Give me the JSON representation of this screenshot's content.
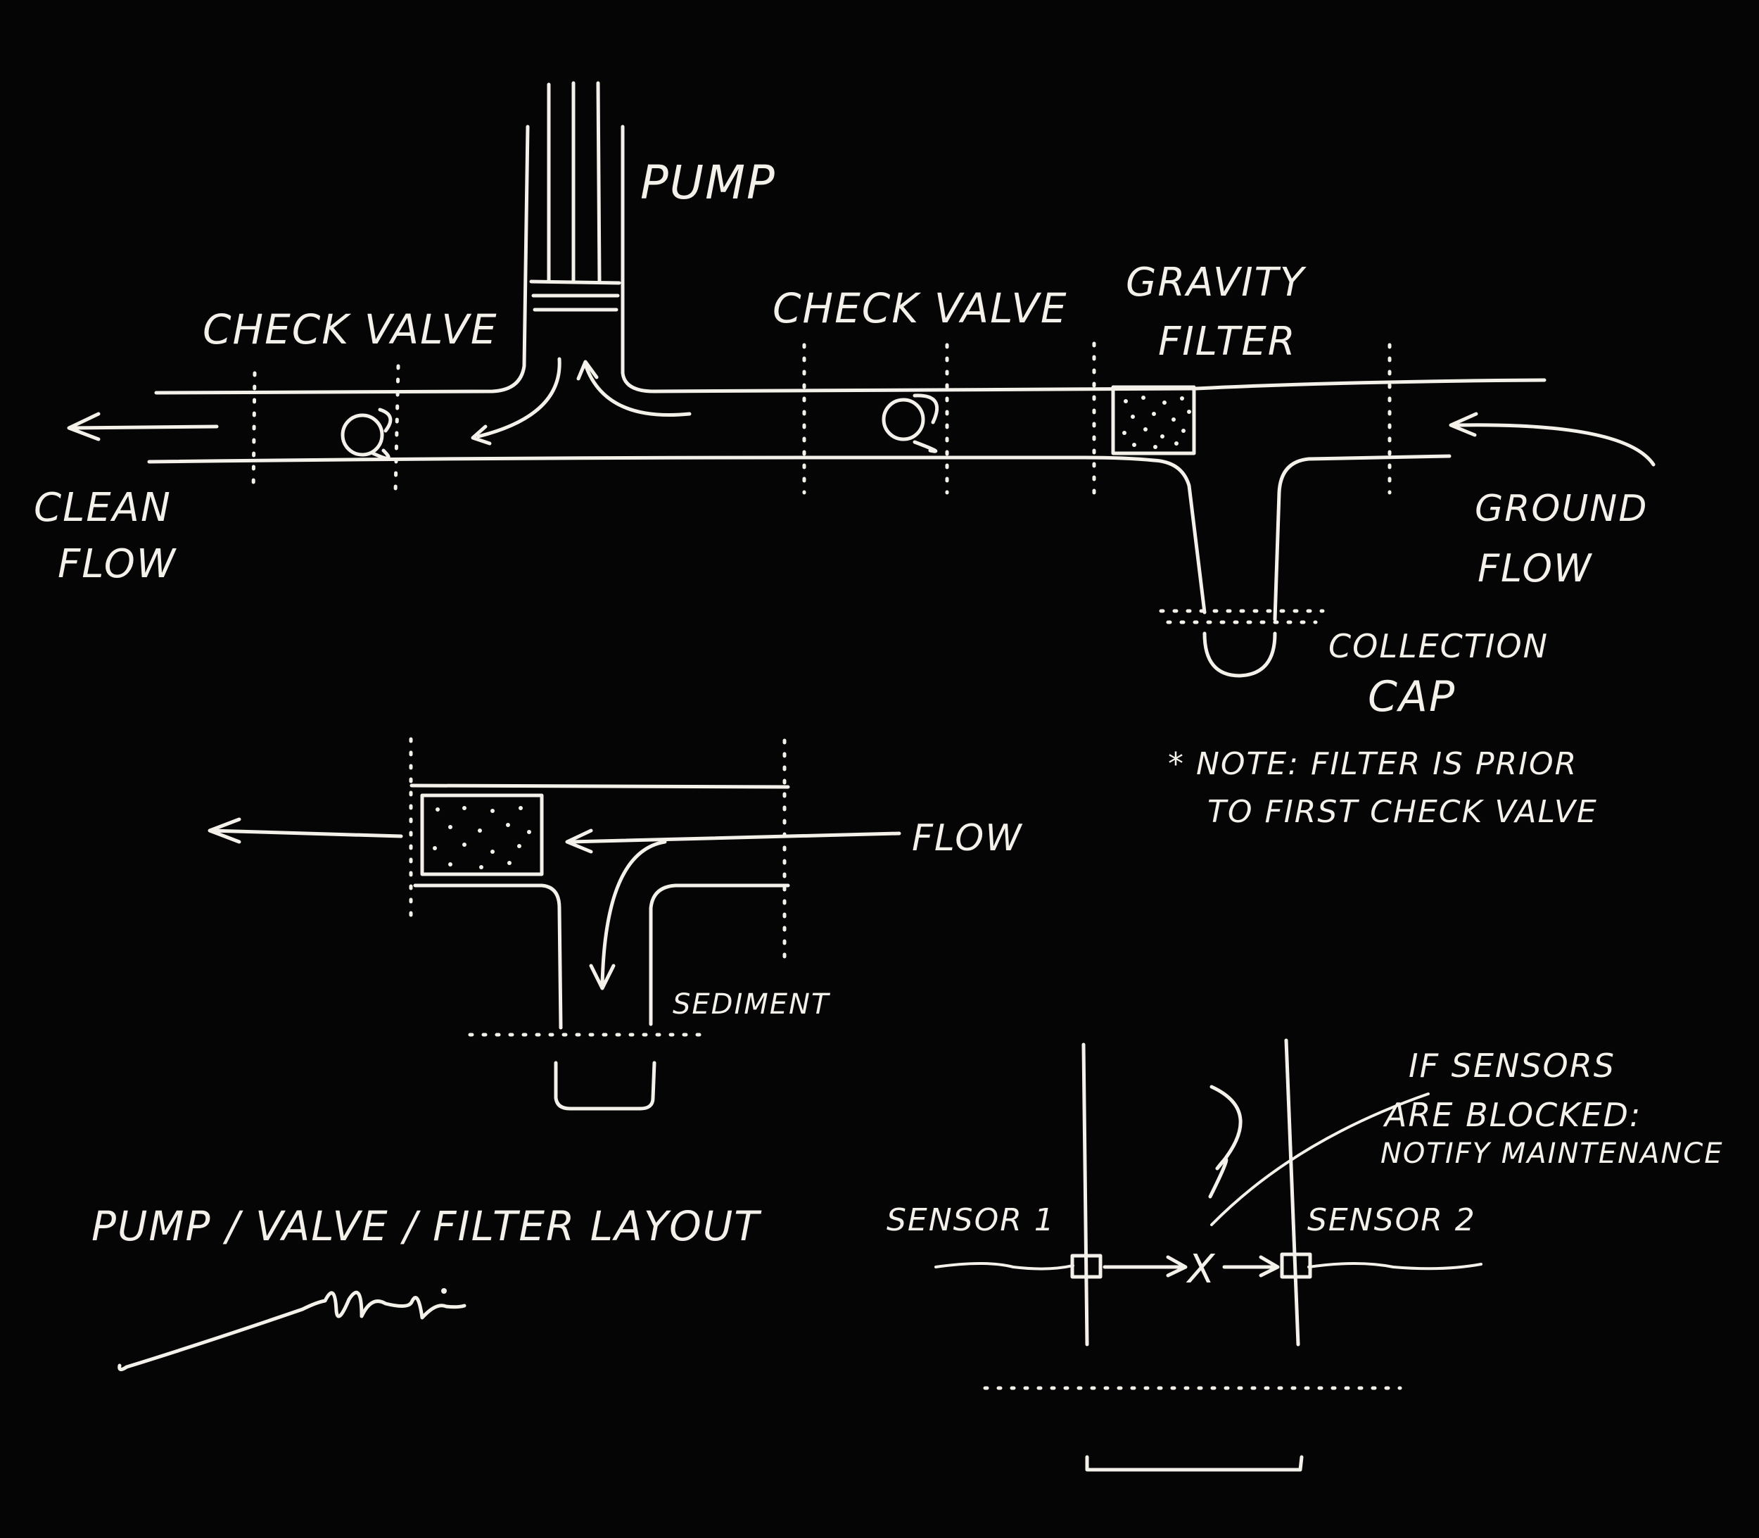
{
  "colors": {
    "background": "#050505",
    "ink": "#f4f1ea"
  },
  "labels": {
    "pump": "PUMP",
    "check_valve_left": "CHECK VALVE",
    "check_valve_right": "CHECK VALVE",
    "gravity_filter_line1": "GRAVITY",
    "gravity_filter_line2": "FILTER",
    "clean_flow_line1": "CLEAN",
    "clean_flow_line2": "FLOW",
    "ground_flow_line1": "GROUND",
    "ground_flow_line2": "FLOW",
    "collection_cap_line1": "COLLECTION",
    "collection_cap_line2": "CAP",
    "note_line1": "* NOTE:  FILTER IS PRIOR",
    "note_line2": "TO  FIRST CHECK VALVE",
    "flow": "FLOW",
    "sediment": "SEDIMENT",
    "sensor_1": "SENSOR 1",
    "sensor_2": "SENSOR 2",
    "sensor_note_line1": "IF SENSORS",
    "sensor_note_line2": "ARE BLOCKED:",
    "sensor_note_line3": "NOTIFY MAINTENANCE",
    "blocked_mark": "X",
    "title": "PUMP / VALVE / FILTER LAYOUT"
  },
  "signature": "signature-scribble"
}
